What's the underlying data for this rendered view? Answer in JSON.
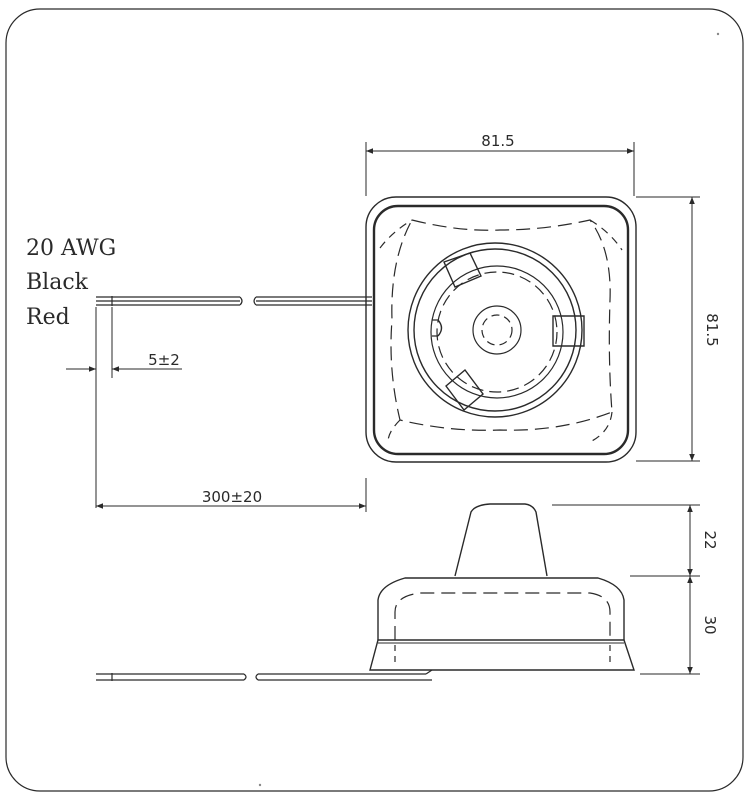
{
  "wire": {
    "gauge": "20 AWG",
    "color_1": "Black",
    "color_2": "Red"
  },
  "dimensions": {
    "top_width": "81.5",
    "side_height": "81.5",
    "strip_length": "5±2",
    "lead_length": "300±20",
    "cone_height": "22",
    "body_height": "30"
  },
  "colors": {
    "line": "#2a2a2a",
    "background": "#ffffff"
  }
}
